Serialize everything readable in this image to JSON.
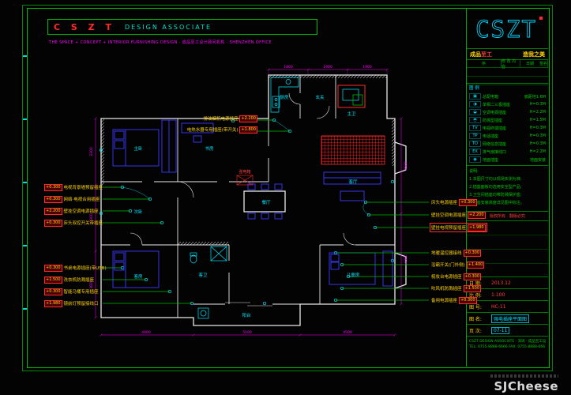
{
  "header": {
    "brand": "C S Z T",
    "brand_sub": "DESIGN ASSOCIATE",
    "note": "THE SPACE + CONCEPT + INTERIOR FURNISHING DESIGN · 成品至工设计顾问机构 · SHENZHEN OFFICE"
  },
  "title_block": {
    "logo_text": "CSZT",
    "slogan_a": "成品",
    "slogan_b": "至工",
    "slogan_c": "造我之美",
    "revision_header": [
      "序",
      "修 改 内 容",
      "日期",
      "签名"
    ],
    "legend_title": "图 例",
    "legend": [
      {
        "sym": "▣",
        "name": "总配电箱",
        "h": "底距地1.6M"
      },
      {
        "sym": "◑",
        "name": "单相二三极插座",
        "h": "H=0.3M"
      },
      {
        "sym": "◒",
        "name": "空调电源插座",
        "h": "H=2.2M"
      },
      {
        "sym": "◓",
        "name": "防溅型插座",
        "h": "H=1.5M"
      },
      {
        "sym": "TV",
        "name": "电视终端插座",
        "h": "H=0.3M"
      },
      {
        "sym": "TP",
        "name": "电话插座",
        "h": "H=0.3M"
      },
      {
        "sym": "TO",
        "name": "网络信息插座",
        "h": "H=0.3M"
      },
      {
        "sym": "EX",
        "name": "排气扇接线口",
        "h": "H=2.2M"
      },
      {
        "sym": "◉",
        "name": "地面插座",
        "h": "地面安装"
      }
    ],
    "notes": [
      "说明:",
      "1.本图尺寸均以现场实测为准;",
      "2.插座面板均选用安全型产品;",
      "3.卫生间插座均带防溅保护盒;",
      "4.插座安装高度详见图中标注。"
    ],
    "copyright": "版权所有 · 翻版必究",
    "fields": {
      "date_label": "日 期:",
      "date": "2013.12",
      "scale_label": "比 例:",
      "scale": "1:100",
      "no_label": "图 号:",
      "no": "HC-11",
      "name_label": "图 名:",
      "name": "强电插座平面图",
      "page_label": "页 次:",
      "page": "07-11"
    },
    "address": [
      "CSZT DESIGN ASSOCIATE · 深圳 · 成品至工设计顾问机构",
      "TEL: 0755-8888-6666    FAX: 0755-8888-6667"
    ]
  },
  "labels": {
    "top": [
      {
        "v": "+2.200",
        "t": "排油烟机电源插座"
      },
      {
        "v": "+1.800",
        "t": "电热水器专用插座(带开关)"
      }
    ],
    "left_upper": [
      {
        "v": "+0.300",
        "t": "电视背景墙预留插座"
      },
      {
        "v": "+0.300",
        "t": "网络·电视合用插座"
      },
      {
        "v": "+2.200",
        "t": "壁挂空调电源插座"
      },
      {
        "v": "+0.300",
        "t": "床头双控开关带插座"
      }
    ],
    "left_lower": [
      {
        "v": "+0.300",
        "t": "书桌电源插座(带USB)"
      },
      {
        "v": "+1.500",
        "t": "洗衣机防溅插座"
      },
      {
        "v": "+0.300",
        "t": "智能马桶专用插座"
      },
      {
        "v": "+1.980",
        "t": "镜前灯预留接线口"
      }
    ],
    "right_upper": [
      {
        "v": "+0.300",
        "t": "床头电源插座"
      },
      {
        "v": "+2.200",
        "t": "壁挂空调电源插座"
      },
      {
        "v": "+1.980",
        "t": "壁挂电视预留插座"
      }
    ],
    "right_lower": [
      {
        "v": "+0.300",
        "t": "地暖温控器接线"
      },
      {
        "v": "+1.400",
        "t": "浴霸开关(门外侧)"
      },
      {
        "v": "+0.300",
        "t": "梳妆台电源插座"
      },
      {
        "v": "+1.500",
        "t": "吹风机防溅插座"
      },
      {
        "v": "+0.300",
        "t": "备用电源插座"
      }
    ]
  },
  "plan": {
    "rooms": [
      "厨房",
      "玄关",
      "主卫",
      "书房",
      "主卧",
      "次卧",
      "客房",
      "客厅",
      "餐厅",
      "客卫",
      "儿童房",
      "阳台"
    ],
    "panel_label": "强电箱",
    "dims": {
      "top": [
        "1800",
        "1900",
        "1900"
      ],
      "left": [
        "3300",
        "3300",
        "3600"
      ],
      "bottom": [
        "4400",
        "5100",
        "4500"
      ],
      "right": [
        "4500",
        "4300"
      ]
    }
  },
  "watermark": {
    "brand": "SJCheese"
  }
}
